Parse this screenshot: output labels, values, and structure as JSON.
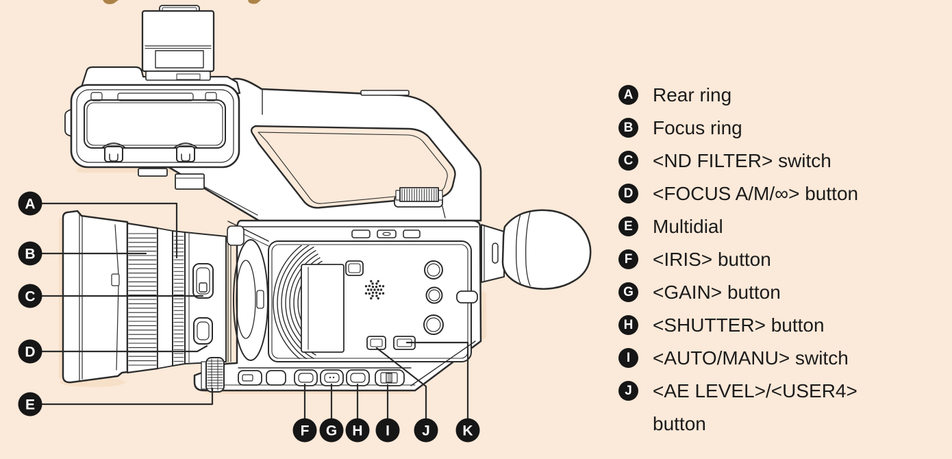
{
  "figure": {
    "description": "Camcorder left-side view line diagram with callouts",
    "colors": {
      "background": "#fbe9d9",
      "line": "#2b2b2b",
      "drawing_fill": "#ffffff",
      "callout_bg": "#161616",
      "callout_text": "#ffffff",
      "soft_shadow": "#f6dcc2",
      "top_fragment": "#ab8348"
    }
  },
  "callouts": {
    "letters": [
      "A",
      "B",
      "C",
      "D",
      "E",
      "F",
      "G",
      "H",
      "I",
      "J",
      "K"
    ]
  },
  "legend": {
    "items": [
      {
        "letter": "A",
        "label": "Rear ring"
      },
      {
        "letter": "B",
        "label": "Focus ring"
      },
      {
        "letter": "C",
        "label": "<ND FILTER> switch"
      },
      {
        "letter": "D",
        "label": "<FOCUS A/M/∞> button"
      },
      {
        "letter": "E",
        "label": "Multidial"
      },
      {
        "letter": "F",
        "label": "<IRIS> button"
      },
      {
        "letter": "G",
        "label": "<GAIN> button"
      },
      {
        "letter": "H",
        "label": "<SHUTTER> button"
      },
      {
        "letter": "I",
        "label": "<AUTO/MANU> switch"
      },
      {
        "letter": "J",
        "label": "<AE LEVEL>/<USER4>",
        "label_line2": "button"
      }
    ]
  }
}
